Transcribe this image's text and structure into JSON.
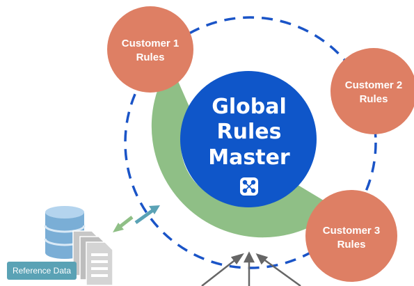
{
  "master": {
    "lines": [
      "Global",
      "Rules",
      "Master"
    ],
    "icon": "network-nodes-icon"
  },
  "customers": [
    {
      "lines": [
        "Customer 1",
        "Rules"
      ]
    },
    {
      "lines": [
        "Customer 2",
        "Rules"
      ]
    },
    {
      "lines": [
        "Customer 3",
        "Rules"
      ]
    }
  ],
  "reference": {
    "label": "Reference Data",
    "icons": [
      "database-icon",
      "documents-icon"
    ]
  },
  "colors": {
    "master": "#0f56c9",
    "customer": "#de7f64",
    "arc": "#8fbf86",
    "ring": "#1a54c7",
    "sync_arrow_out": "#5aa2b5",
    "sync_arrow_in": "#8fbf86",
    "input_arrow": "#666666"
  }
}
